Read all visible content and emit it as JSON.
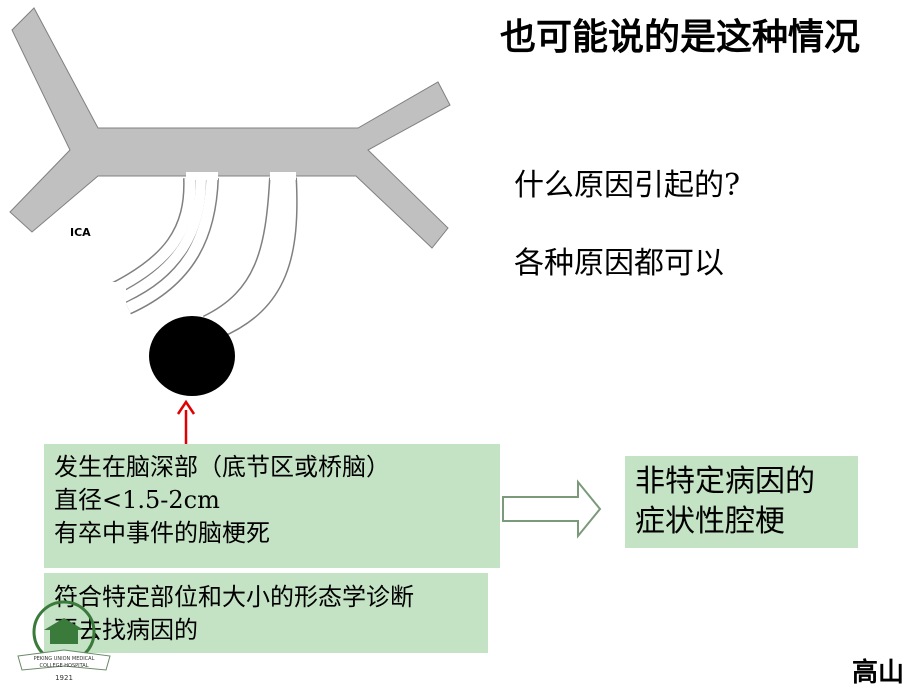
{
  "title": "也可能说的是这种情况",
  "question": "什么原因引起的?",
  "answer": "各种原因都可以",
  "diagram": {
    "vessel_label": "ICA",
    "vessel_color": "#c0c0c0",
    "lesion_color": "#000000",
    "pointer_color": "#e00000"
  },
  "box_location": {
    "lines": [
      "发生在脑深部（底节区或桥脑）",
      "直径<1.5-2cm",
      "有卒中事件的脑梗死"
    ]
  },
  "box_diagnosis": {
    "lines": [
      "符合特定部位和大小的形态学诊断",
      "要去找病因的"
    ]
  },
  "box_result": {
    "lines": [
      "非特定病因的",
      "症状性腔梗"
    ]
  },
  "logo": {
    "text_line1": "PEKING UNION MEDICAL",
    "text_line2": "COLLEGE HOSPITAL",
    "year": "1921"
  },
  "author": "高山",
  "colors": {
    "box_fill": "#c4e2c4",
    "arrow_stroke": "#7a9a7a"
  }
}
